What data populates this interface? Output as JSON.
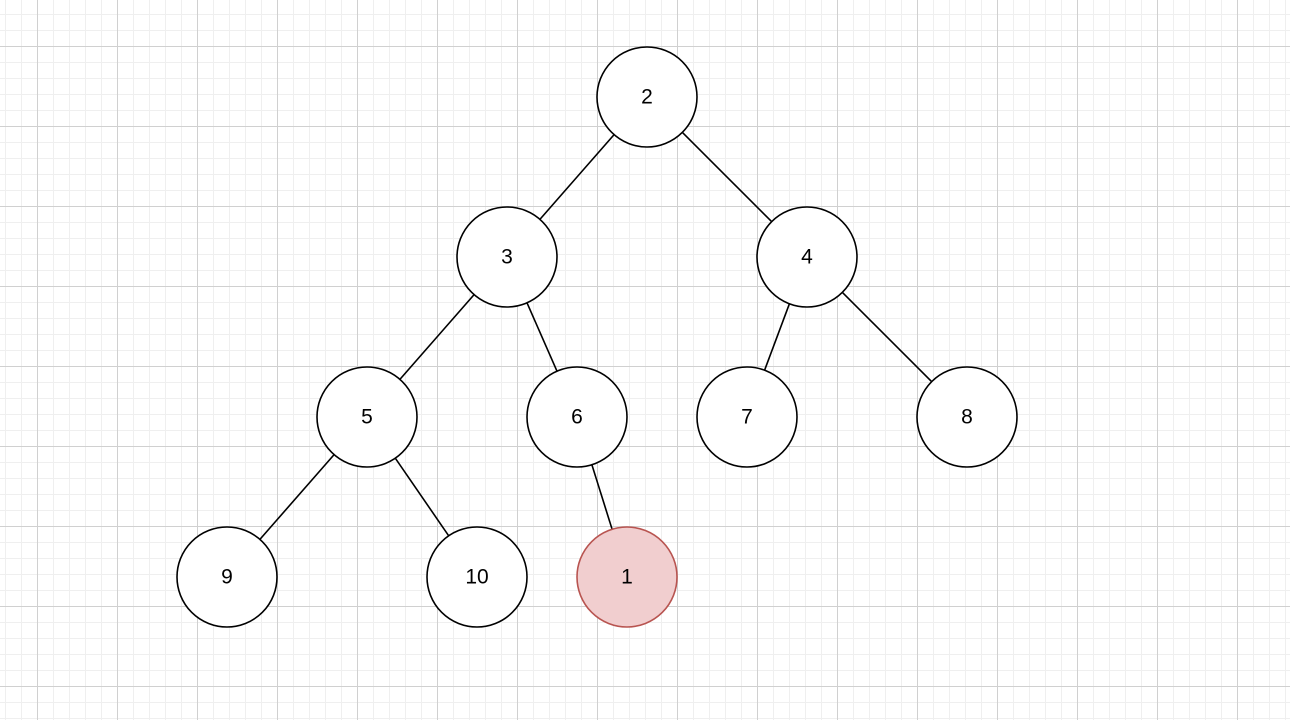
{
  "tree": {
    "nodes": [
      {
        "id": "n2",
        "label": "2",
        "highlighted": false
      },
      {
        "id": "n3",
        "label": "3",
        "highlighted": false
      },
      {
        "id": "n4",
        "label": "4",
        "highlighted": false
      },
      {
        "id": "n5",
        "label": "5",
        "highlighted": false
      },
      {
        "id": "n6",
        "label": "6",
        "highlighted": false
      },
      {
        "id": "n7",
        "label": "7",
        "highlighted": false
      },
      {
        "id": "n8",
        "label": "8",
        "highlighted": false
      },
      {
        "id": "n9",
        "label": "9",
        "highlighted": false
      },
      {
        "id": "n10",
        "label": "10",
        "highlighted": false
      },
      {
        "id": "n1",
        "label": "1",
        "highlighted": true
      }
    ],
    "edges": [
      {
        "from": "n2",
        "to": "n3"
      },
      {
        "from": "n2",
        "to": "n4"
      },
      {
        "from": "n3",
        "to": "n5"
      },
      {
        "from": "n3",
        "to": "n6"
      },
      {
        "from": "n4",
        "to": "n7"
      },
      {
        "from": "n4",
        "to": "n8"
      },
      {
        "from": "n5",
        "to": "n9"
      },
      {
        "from": "n5",
        "to": "n10"
      },
      {
        "from": "n6",
        "to": "n1"
      }
    ],
    "colors": {
      "highlight_fill": "#f1cecf",
      "highlight_stroke": "#b85450"
    }
  }
}
